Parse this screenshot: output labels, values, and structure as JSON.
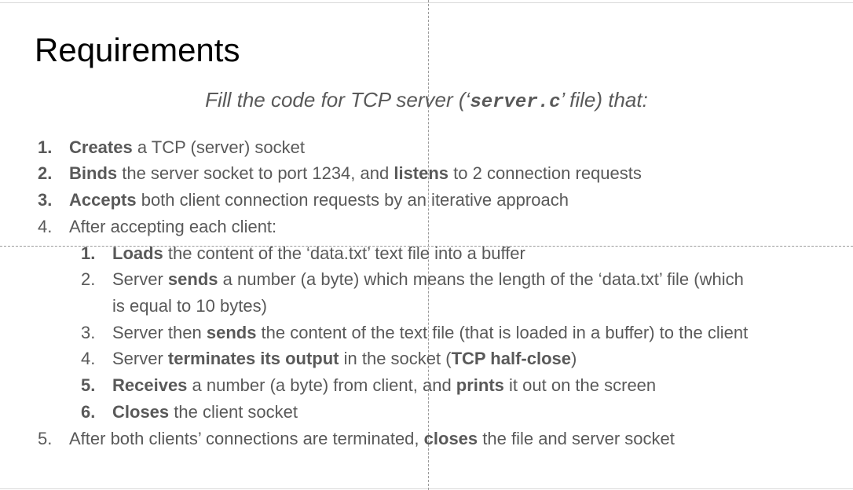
{
  "title": "Requirements",
  "subtitle": {
    "prefix": "Fill the code for TCP server (",
    "open_quote": "‘",
    "code": "server.c",
    "close_quote": "’",
    "suffix": " file) that:"
  },
  "items": [
    {
      "num": "1.",
      "b1": "Creates",
      "t1": " a TCP (server) socket"
    },
    {
      "num": "2.",
      "b1": "Binds",
      "t1": " the server socket to port 1234, and ",
      "b2": "listens",
      "t2": " to 2 connection requests"
    },
    {
      "num": "3.",
      "b1": "Accepts",
      "t1": " both client connection requests by an iterative approach"
    },
    {
      "num": "4.",
      "t0": "After accepting each client:"
    },
    {
      "num": "5.",
      "t0": "After both clients’ connections are terminated, ",
      "b1": "closes",
      "t1": " the file and server socket"
    }
  ],
  "subitems": [
    {
      "num": "1.",
      "b1": "Loads",
      "t1": " the content of the ‘data.txt’ text file into a buffer"
    },
    {
      "num": "2.",
      "t0": "Server ",
      "b1": "sends",
      "t1": " a number (a byte) which means the length of the ‘data.txt’ file (which",
      "cont": "is equal to 10 bytes)"
    },
    {
      "num": "3.",
      "t0": "Server then ",
      "b1": "sends",
      "t1": " the content of the text file (that is loaded in a buffer) to the client"
    },
    {
      "num": "4.",
      "t0": "Server ",
      "b1": "terminates its output",
      "t1": " in the socket (",
      "b2": "TCP half-close",
      "t2": ")"
    },
    {
      "num": "5.",
      "b1": "Receives",
      "t1": " a number (a byte) from client, and ",
      "b2": "prints",
      "t2": " it out on the screen"
    },
    {
      "num": "6.",
      "b1": "Closes",
      "t1": " the client socket"
    }
  ]
}
